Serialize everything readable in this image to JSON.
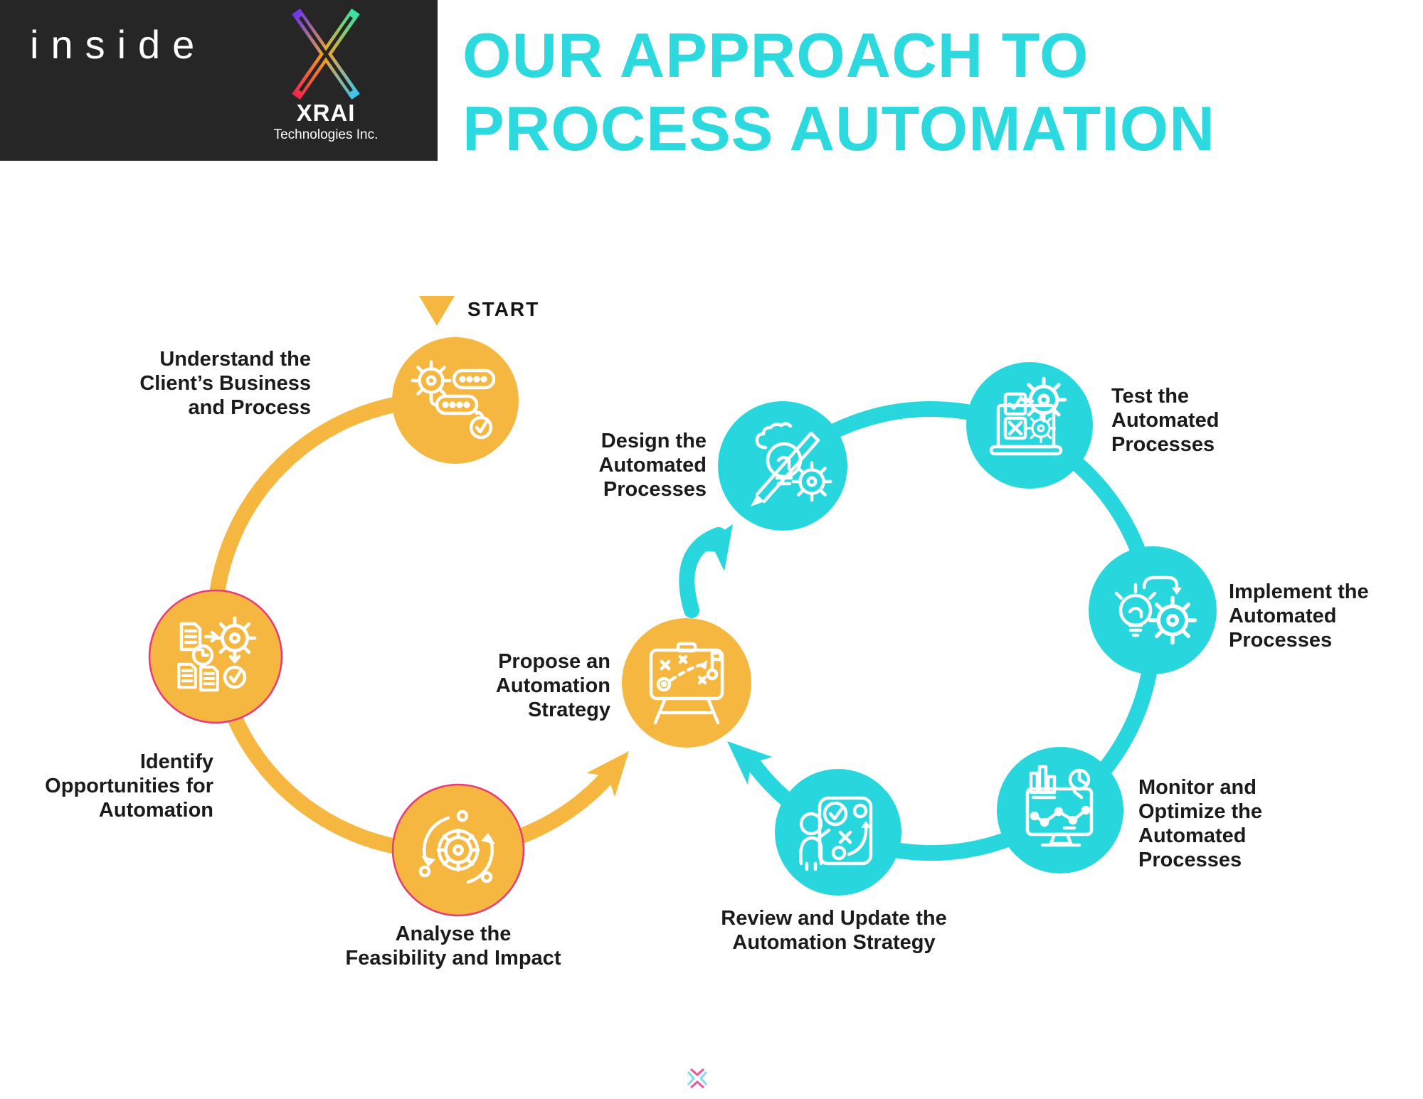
{
  "header": {
    "brand": "inside",
    "logo": {
      "name": "XRAI",
      "subtitle": "Technologies Inc.",
      "icon": "xrai-x-icon"
    },
    "title_line1": "OUR APPROACH TO",
    "title_line2": "PROCESS AUTOMATION"
  },
  "start_label": "START",
  "colors": {
    "yellow": "#F5B740",
    "cyan": "#28D7DD",
    "title_cyan": "#2BD9DE",
    "pink_border": "#E8397B",
    "header_bg": "#262626",
    "text": "#1b1b1b"
  },
  "steps": [
    {
      "id": "understand",
      "label": "Understand the\nClient’s Business\nand Process",
      "icon": "process-flow-icon",
      "color": "yellow"
    },
    {
      "id": "identify",
      "label": "Identify\nOpportunities for\nAutomation",
      "icon": "documents-gear-icon",
      "color": "yellow"
    },
    {
      "id": "analyse",
      "label": "Analyse the\nFeasibility and Impact",
      "icon": "cycle-gear-icon",
      "color": "yellow"
    },
    {
      "id": "propose",
      "label": "Propose an\nAutomation\nStrategy",
      "icon": "strategy-board-icon",
      "color": "yellow"
    },
    {
      "id": "design",
      "label": "Design the\nAutomated\nProcesses",
      "icon": "design-idea-icon",
      "color": "cyan"
    },
    {
      "id": "test",
      "label": "Test the\nAutomated\nProcesses",
      "icon": "test-checklist-icon",
      "color": "cyan"
    },
    {
      "id": "implement",
      "label": "Implement the\nAutomated\nProcesses",
      "icon": "implement-bulb-gear-icon",
      "color": "cyan"
    },
    {
      "id": "monitor",
      "label": "Monitor and\nOptimize the\nAutomated\nProcesses",
      "icon": "monitor-dashboard-icon",
      "color": "cyan"
    },
    {
      "id": "review",
      "label": "Review and Update the\nAutomation Strategy",
      "icon": "review-strategy-icon",
      "color": "cyan"
    }
  ],
  "footer": {
    "watermark_icon": "xrai-mini-mark"
  }
}
